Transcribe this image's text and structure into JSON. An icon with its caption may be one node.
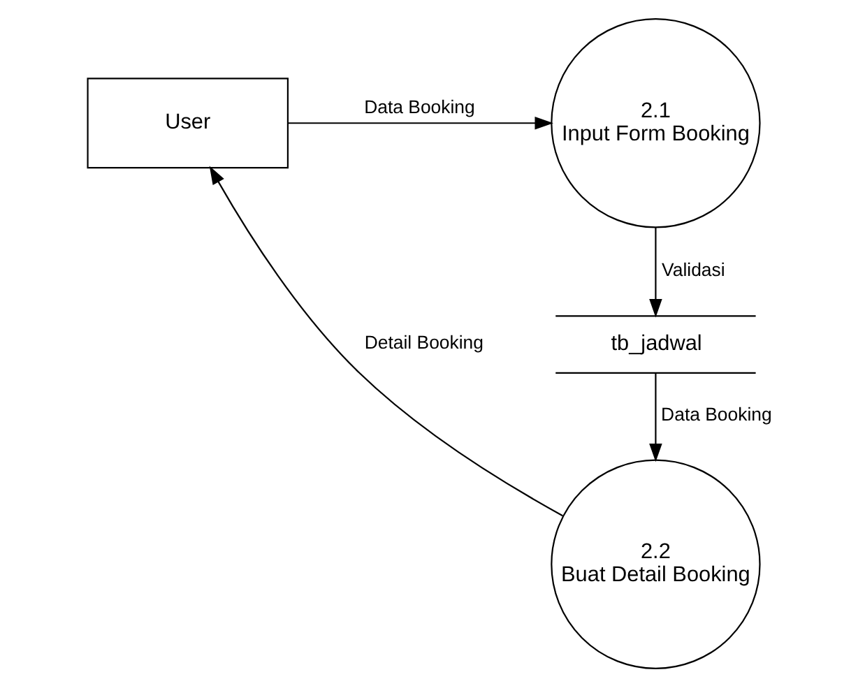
{
  "diagram": {
    "nodes": [
      {
        "text": [
          "User"
        ]
      },
      {
        "text": [
          "2.1",
          "Input Form Booking"
        ]
      },
      {
        "text": [
          "tb_jadwal"
        ]
      },
      {
        "text": [
          "2.2",
          "Buat Detail Booking"
        ]
      }
    ],
    "edges": [
      {
        "from": 0,
        "to": 1,
        "arrow": "to",
        "label": "Data Booking"
      },
      {
        "from": 1,
        "to": 2,
        "arrow": "to",
        "label": "Validasi"
      },
      {
        "from": 2,
        "to": 3,
        "arrow": "to",
        "label": "Data Booking"
      },
      {
        "from": 3,
        "to": 0,
        "arrow": "to",
        "label": "Detail Booking"
      }
    ]
  }
}
